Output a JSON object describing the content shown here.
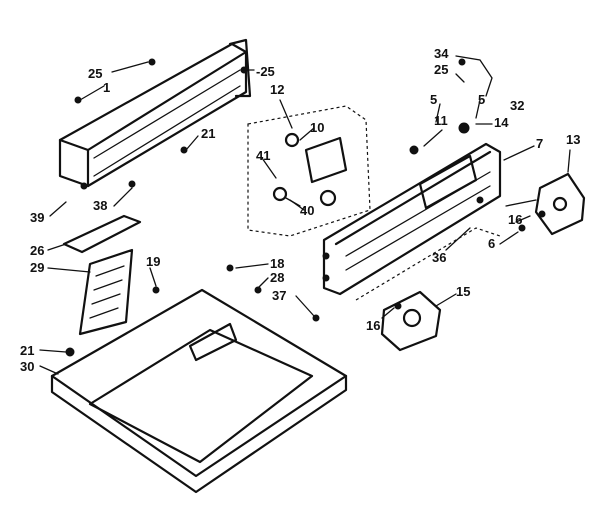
{
  "callouts": [
    {
      "id": "c25a",
      "text": "25"
    },
    {
      "id": "c1",
      "text": "1"
    },
    {
      "id": "c25b",
      "text": "-25"
    },
    {
      "id": "c21a",
      "text": "21"
    },
    {
      "id": "c38",
      "text": "38"
    },
    {
      "id": "c39",
      "text": "39"
    },
    {
      "id": "c26",
      "text": "26"
    },
    {
      "id": "c29",
      "text": "29"
    },
    {
      "id": "c19",
      "text": "19"
    },
    {
      "id": "c12",
      "text": "12"
    },
    {
      "id": "c10",
      "text": "10"
    },
    {
      "id": "c41",
      "text": "41"
    },
    {
      "id": "c40",
      "text": "40"
    },
    {
      "id": "c18",
      "text": "18"
    },
    {
      "id": "c28",
      "text": "28"
    },
    {
      "id": "c37",
      "text": "37"
    },
    {
      "id": "c21b",
      "text": "21"
    },
    {
      "id": "c30",
      "text": "30"
    },
    {
      "id": "c34",
      "text": "34"
    },
    {
      "id": "c25c",
      "text": "25"
    },
    {
      "id": "c5a",
      "text": "5"
    },
    {
      "id": "c5b",
      "text": "5"
    },
    {
      "id": "c32",
      "text": "32"
    },
    {
      "id": "c11",
      "text": "11"
    },
    {
      "id": "c14",
      "text": "14"
    },
    {
      "id": "c7",
      "text": "7"
    },
    {
      "id": "c13",
      "text": "13"
    },
    {
      "id": "c16a",
      "text": "16"
    },
    {
      "id": "c6",
      "text": "6"
    },
    {
      "id": "c36",
      "text": "36"
    },
    {
      "id": "c15",
      "text": "15"
    },
    {
      "id": "c16b",
      "text": "16"
    }
  ]
}
